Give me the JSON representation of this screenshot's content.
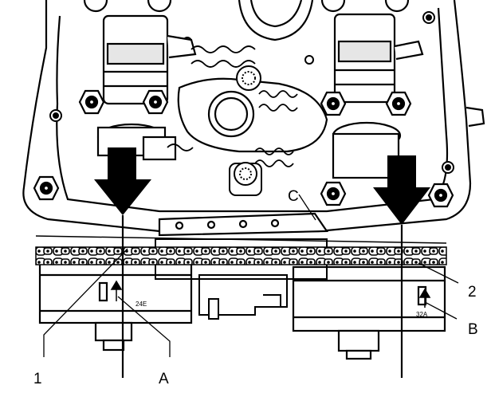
{
  "labels": {
    "part_1": "1",
    "part_2": "2",
    "point_a": "A",
    "point_b": "B",
    "point_c": "C",
    "mark_left": "24E",
    "mark_right": "32A"
  },
  "colors": {
    "ink": "#000000",
    "paper": "#ffffff",
    "shade": "#d9d9d9"
  }
}
